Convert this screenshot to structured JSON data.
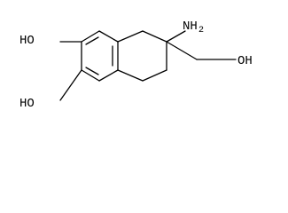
{
  "molecule": {
    "labels": {
      "amine": "NH",
      "amine_subscript": "2",
      "hydroxymethyl": "OH",
      "hydroxyl_upper": "HO",
      "hydroxyl_lower": "HO"
    }
  }
}
